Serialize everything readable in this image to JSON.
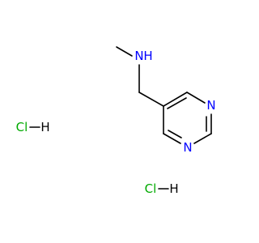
{
  "molecule": {
    "atoms": {
      "amine_n": {
        "symbol": "N"
      },
      "amine_h": {
        "symbol": "H"
      },
      "ring_n1": {
        "symbol": "N"
      },
      "ring_n2": {
        "symbol": "N"
      }
    },
    "salts": [
      {
        "cl": "Cl",
        "h": "H"
      },
      {
        "cl": "Cl",
        "h": "H"
      }
    ]
  },
  "colors": {
    "nitrogen": "#0000ff",
    "chlorine": "#00aa00",
    "bond": "#000000",
    "background": "#ffffff"
  }
}
